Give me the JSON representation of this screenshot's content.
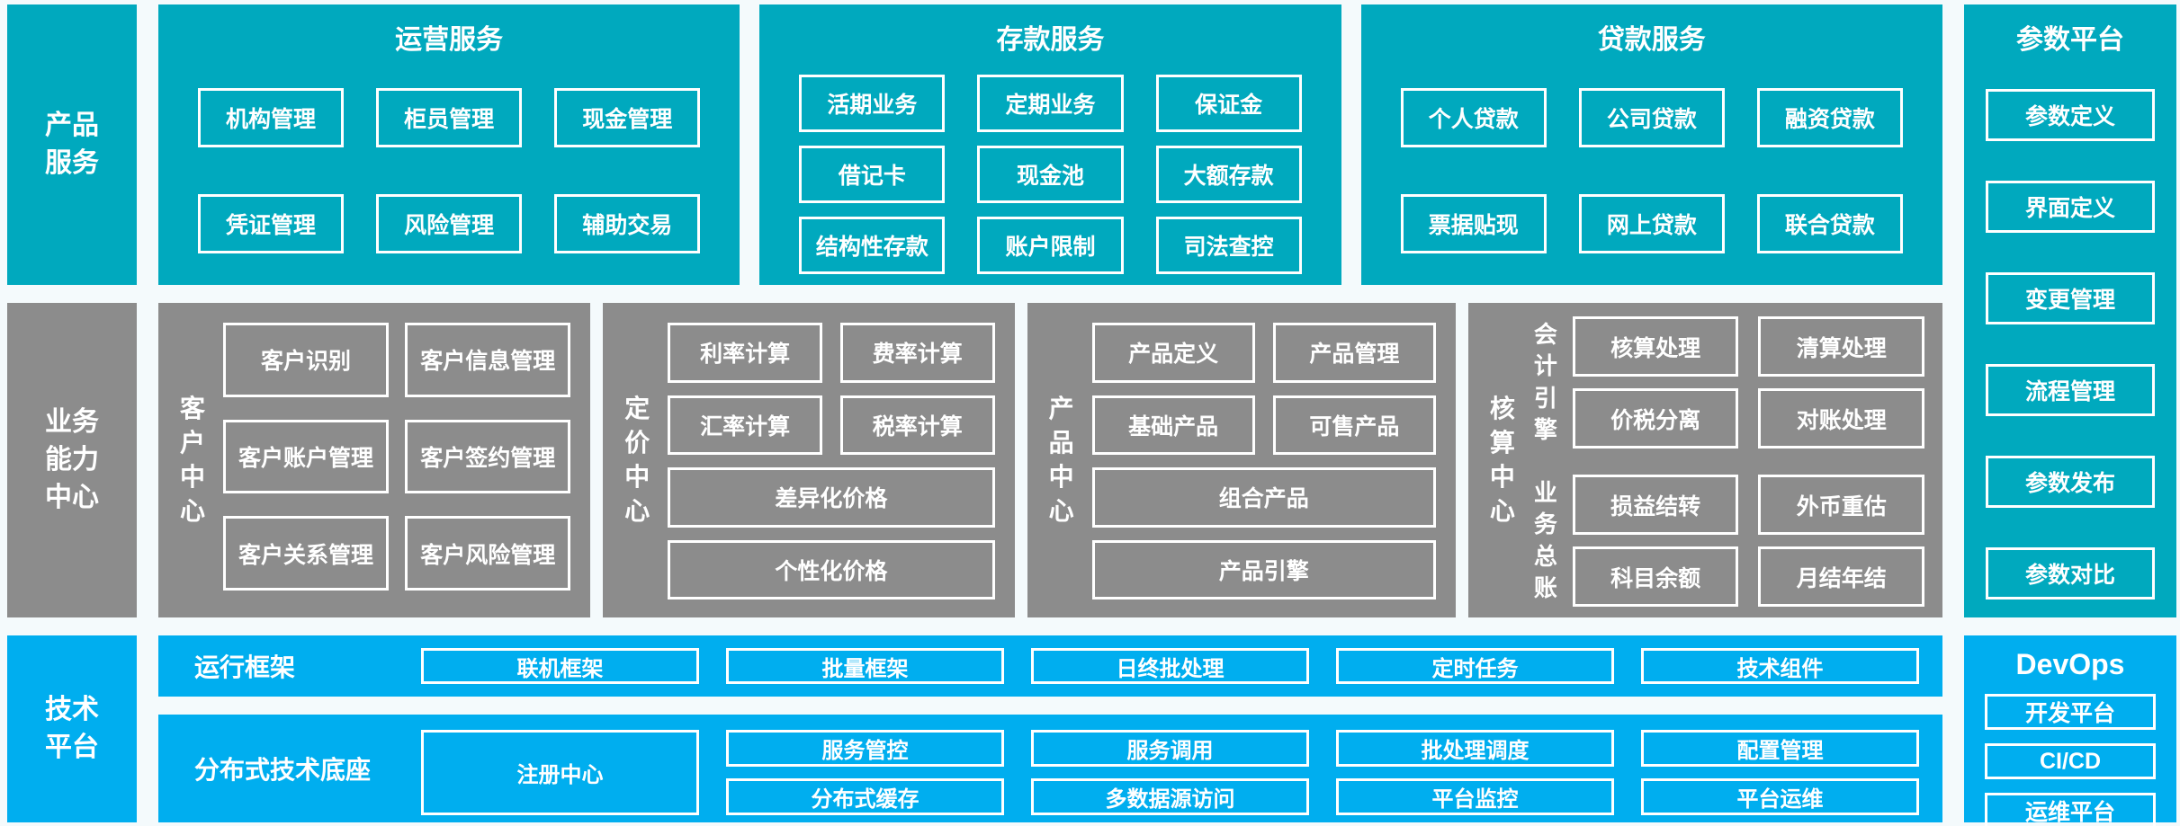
{
  "colors": {
    "teal": "#00A9BE",
    "gray": "#8C8C8C",
    "blue": "#00AEEF",
    "box_border": "#FFFFFF",
    "text": "#FFFFFF",
    "background": "#F4FAFC"
  },
  "sidebars": {
    "product_services": "产品服务",
    "business_capability": "业务能力中心",
    "technology_platform": "技术平台"
  },
  "top_panels": [
    {
      "title": "运营服务",
      "items": [
        "机构管理",
        "柜员管理",
        "现金管理",
        "凭证管理",
        "风险管理",
        "辅助交易"
      ]
    },
    {
      "title": "存款服务",
      "items": [
        "活期业务",
        "定期业务",
        "保证金",
        "借记卡",
        "现金池",
        "大额存款",
        "结构性存款",
        "账户限制",
        "司法查控"
      ]
    },
    {
      "title": "贷款服务",
      "items": [
        "个人贷款",
        "公司贷款",
        "融资贷款",
        "票据贴现",
        "网上贷款",
        "联合贷款"
      ]
    }
  ],
  "parameter_platform": {
    "title": "参数平台",
    "items": [
      "参数定义",
      "界面定义",
      "变更管理",
      "流程管理",
      "参数发布",
      "参数对比"
    ]
  },
  "middle_panels": {
    "customer_center": {
      "label": "客户中心",
      "items": [
        "客户识别",
        "客户信息管理",
        "客户账户管理",
        "客户签约管理",
        "客户关系管理",
        "客户风险管理"
      ]
    },
    "pricing_center": {
      "label": "定价中心",
      "items": [
        "利率计算",
        "费率计算",
        "汇率计算",
        "税率计算"
      ],
      "wide_items": [
        "差异化价格",
        "个性化价格"
      ]
    },
    "product_center": {
      "label": "产品中心",
      "items": [
        "产品定义",
        "产品管理",
        "基础产品",
        "可售产品"
      ],
      "wide_items": [
        "组合产品",
        "产品引擎"
      ]
    },
    "accounting_center": {
      "label": "核算中心",
      "groups": [
        {
          "label": "会计引擎",
          "items": [
            "核算处理",
            "清算处理",
            "价税分离",
            "对账处理"
          ]
        },
        {
          "label": "业务总账",
          "items": [
            "损益结转",
            "外币重估",
            "科目余额",
            "月结年结"
          ]
        }
      ]
    }
  },
  "bottom_rows": {
    "runtime_framework": {
      "label": "运行框架",
      "items": [
        "联机框架",
        "批量框架",
        "日终批处理",
        "定时任务",
        "技术组件"
      ]
    },
    "distributed_base": {
      "label": "分布式技术底座",
      "tall_item": "注册中心",
      "columns": [
        [
          "服务管控",
          "分布式缓存"
        ],
        [
          "服务调用",
          "多数据源访问"
        ],
        [
          "批处理调度",
          "平台监控"
        ],
        [
          "配置管理",
          "平台运维"
        ]
      ]
    }
  },
  "devops": {
    "title": "DevOps",
    "items": [
      "开发平台",
      "CI/CD",
      "运维平台"
    ]
  }
}
